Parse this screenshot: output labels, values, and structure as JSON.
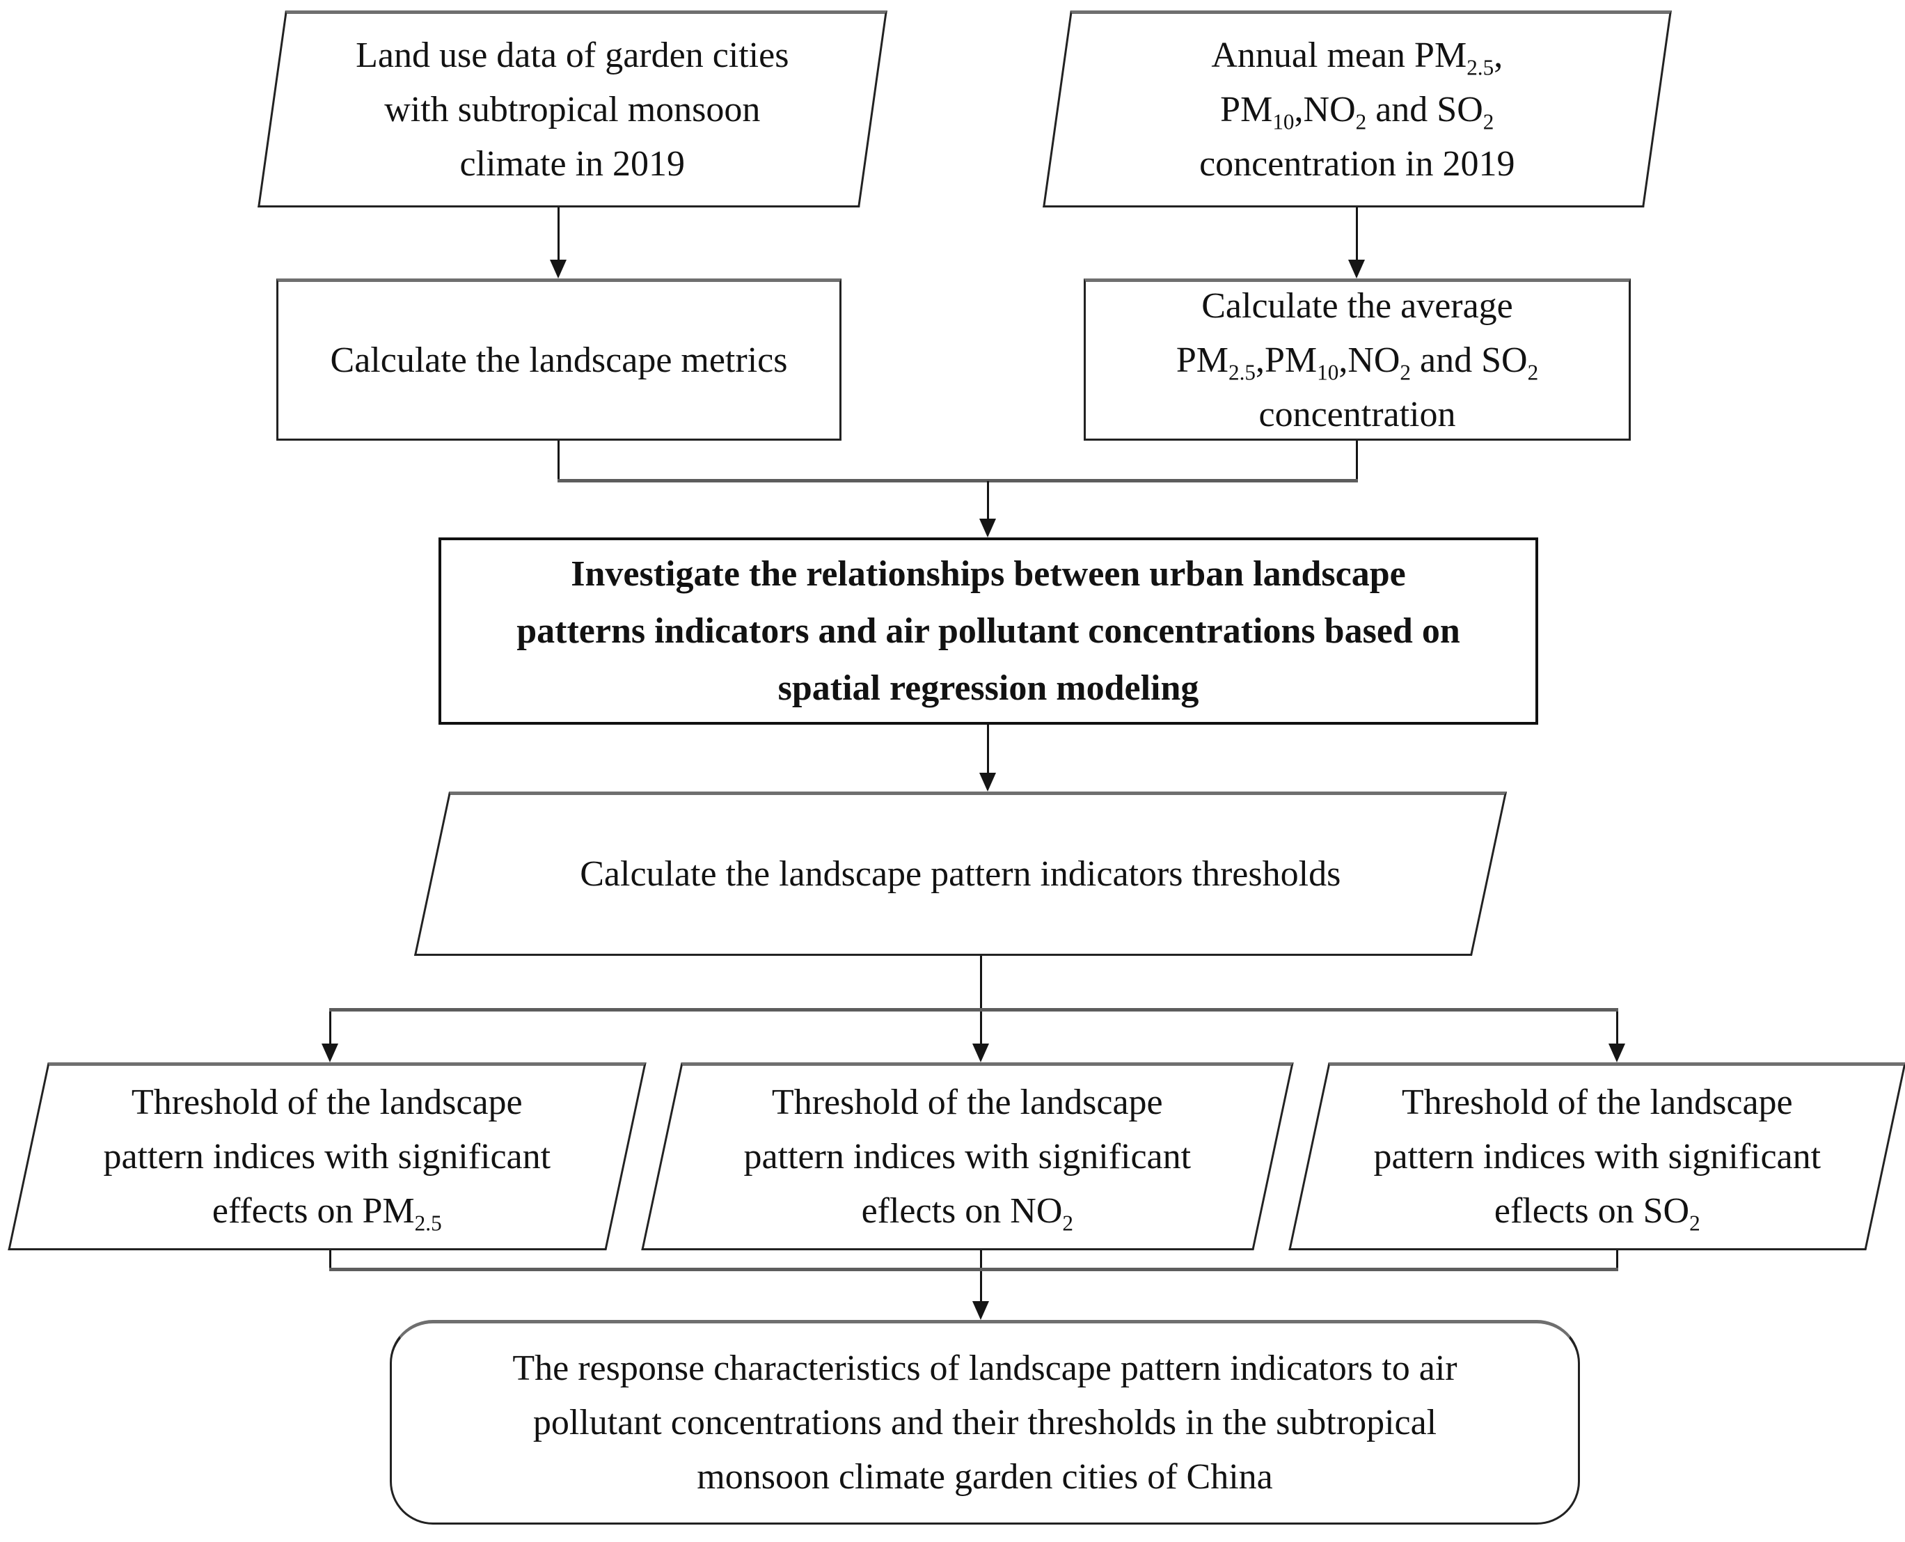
{
  "diagram": {
    "type": "flowchart",
    "colors": {
      "background": "#ffffff",
      "stroke": "#222222",
      "connector_gray": "#5d5d5d",
      "text": "#121212"
    },
    "nodes": {
      "land_use": {
        "shape": "parallelogram",
        "lines": [
          "Land use data of garden cities",
          "with subtropical monsoon",
          "climate in 2019"
        ]
      },
      "annual_mean": {
        "shape": "parallelogram",
        "lines": [
          "Annual mean PM{2.5},",
          "PM{10},NO{2} and SO{2}",
          "concentration in 2019"
        ]
      },
      "calc_metrics": {
        "shape": "rectangle",
        "lines": [
          "Calculate the landscape metrics"
        ]
      },
      "calc_average": {
        "shape": "rectangle",
        "lines": [
          "Calculate the average",
          "PM{2.5},PM{10},NO{2} and SO{2}",
          "concentration"
        ]
      },
      "investigate": {
        "shape": "rectangle-bold",
        "lines": [
          "Investigate the relationships between urban landscape",
          "patterns indicators and air pollutant concentrations based on",
          "spatial regression modeling"
        ]
      },
      "calc_thresholds": {
        "shape": "parallelogram",
        "lines": [
          "Calculate the landscape pattern indicators thresholds"
        ]
      },
      "threshold_pm25": {
        "shape": "parallelogram",
        "lines": [
          "Threshold of the landscape",
          "pattern indices with significant",
          "effects on PM{2.5}"
        ]
      },
      "threshold_no2": {
        "shape": "parallelogram",
        "lines": [
          "Threshold of the landscape",
          "pattern indices with significant",
          "eflects on NO{2}"
        ]
      },
      "threshold_so2": {
        "shape": "parallelogram",
        "lines": [
          "Threshold of the landscape",
          "pattern indices with significant",
          "eflects on SO{2}"
        ]
      },
      "response": {
        "shape": "rounded-rectangle",
        "lines": [
          "The response characteristics of landscape pattern indicators to air",
          "pollutant concentrations and their thresholds in the subtropical",
          "monsoon climate garden cities of China"
        ]
      }
    },
    "edges": [
      "land_use -> calc_metrics",
      "annual_mean -> calc_average",
      "calc_metrics + calc_average -> investigate",
      "investigate -> calc_thresholds",
      "calc_thresholds -> threshold_pm25",
      "calc_thresholds -> threshold_no2",
      "calc_thresholds -> threshold_so2",
      "threshold_pm25 + threshold_no2 + threshold_so2 -> response"
    ]
  }
}
